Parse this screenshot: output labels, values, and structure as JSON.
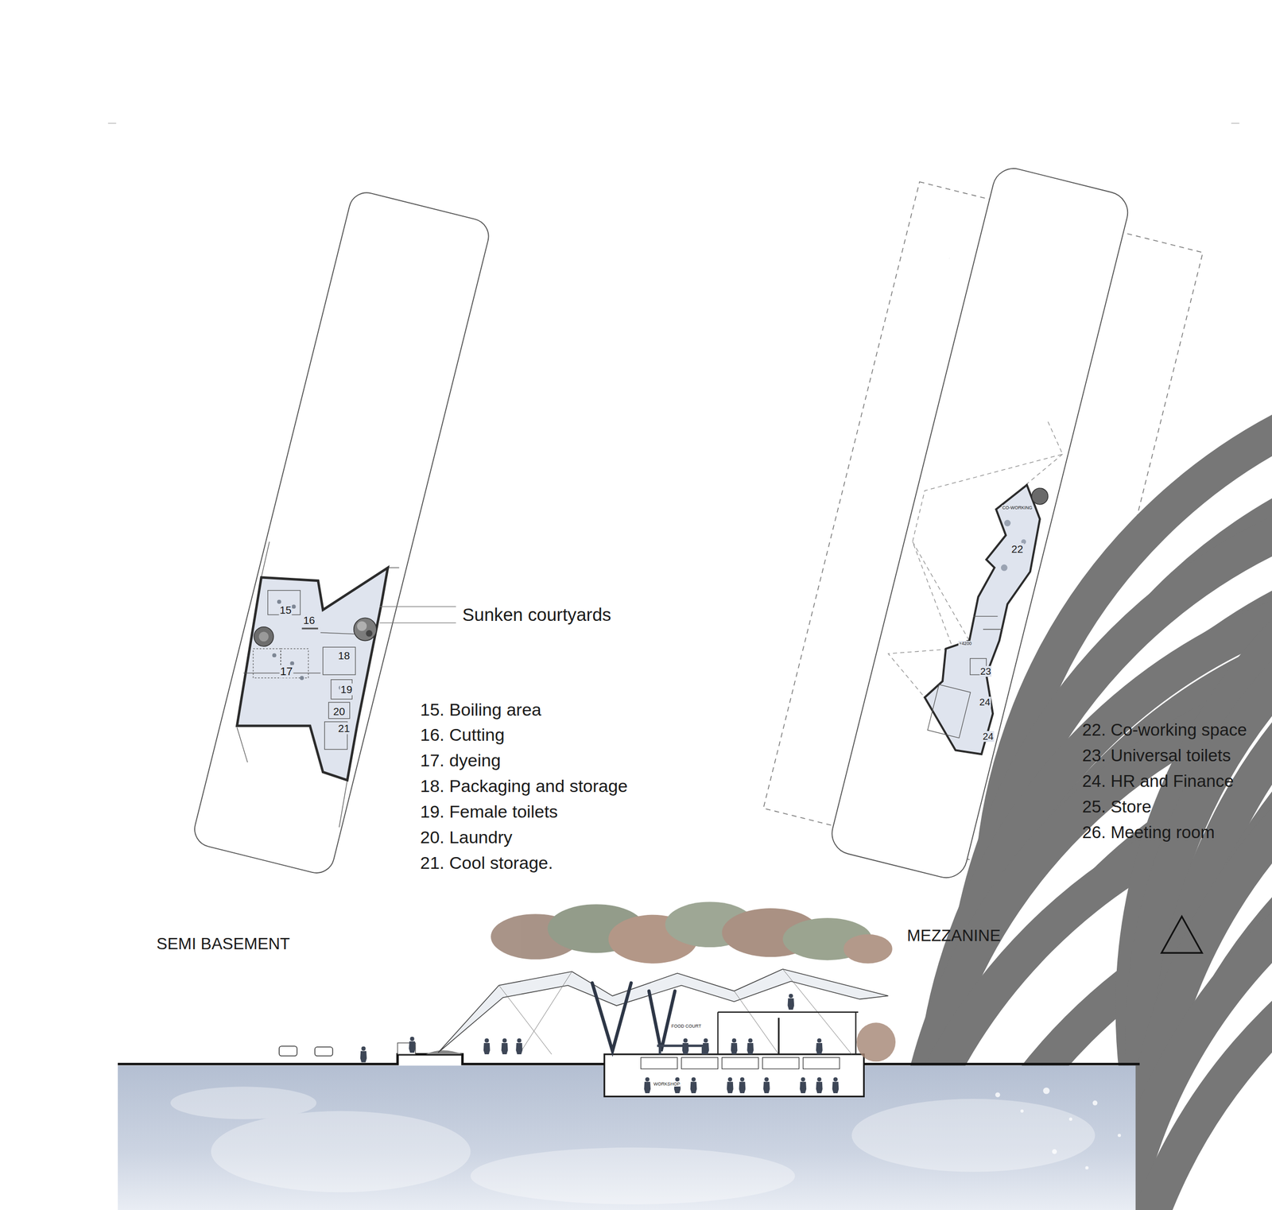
{
  "diagram": {
    "labels": [
      "Sunken courtyards",
      "15. Boiling area",
      "16. Cutting",
      "17. dyeing",
      "18. Packaging and storage",
      "19. Female toilets",
      "20. Laundry",
      "21. Cool storage.",
      "SEMI BASEMENT",
      "MEZZANINE",
      "22. Co-working space",
      "23. Universal toilets",
      "24. HR and Finance",
      "25. Store",
      "26. Meeting room",
      "15",
      "16",
      "17",
      "18",
      "19",
      "20",
      "21",
      "22",
      "23",
      "24",
      "24",
      "+4200",
      "CO-WORKING",
      "FOOD COURT",
      "WORKSHOP"
    ]
  }
}
